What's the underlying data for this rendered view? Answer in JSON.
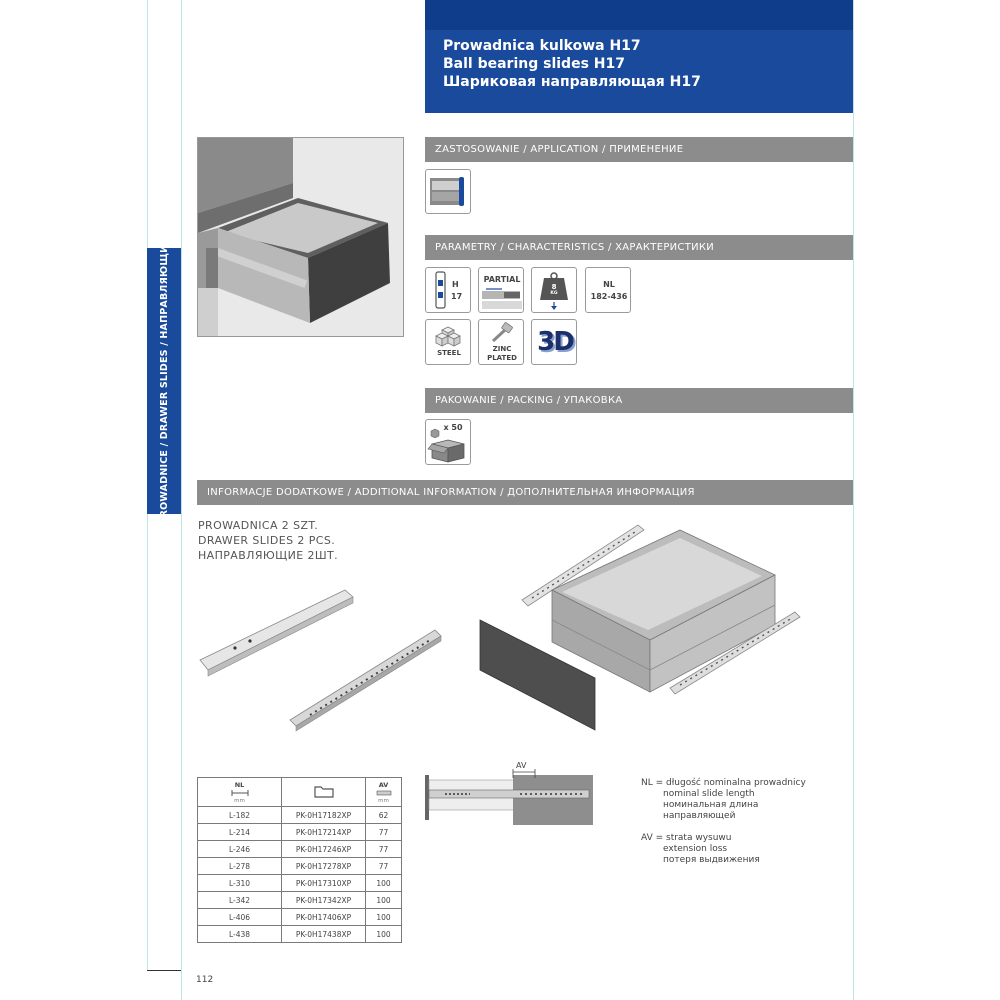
{
  "header": {
    "title_pl": "Prowadnica kulkowa H17",
    "title_en": "Ball bearing slides H17",
    "title_ru": "Шариковая направляющая H17"
  },
  "side_tab": "PROWADNICE / DRAWER SLIDES / НАПРАВЛЯЮЩИЕ",
  "sections": {
    "application": "ZASTOSOWANIE / APPLICATION / ПРИМЕНЕНИЕ",
    "characteristics": "PARAMETRY / CHARACTERISTICS / ХАРАКТЕРИСТИКИ",
    "packing": "PAKOWANIE / PACKING / УПАКОВКА",
    "additional": "INFORMACJE DODATKOWE / ADDITIONAL INFORMATION / ДОПОЛНИТЕЛЬНАЯ ИНФОРМАЦИЯ"
  },
  "characteristics_icons": {
    "height_letter": "H",
    "height_value": "17",
    "extension": "PARTIAL",
    "load_value": "8",
    "load_unit": "KG",
    "nl_label": "NL",
    "nl_range": "182-436",
    "material": "STEEL",
    "finish_line1": "ZINC",
    "finish_line2": "PLATED",
    "model_3d": "3D"
  },
  "packing": {
    "quantity": "x 50"
  },
  "intro": {
    "line_pl": "PROWADNICA 2 SZT.",
    "line_en": "DRAWER SLIDES 2 PCS.",
    "line_ru": "НАПРАВЛЯЮЩИЕ 2ШТ."
  },
  "table": {
    "col_nl_label": "NL",
    "col_nl_unit": "mm",
    "col_av_label": "AV",
    "col_av_unit": "mm",
    "rows": [
      {
        "nl": "L-182",
        "code": "PK-0H17182XP",
        "av": "62"
      },
      {
        "nl": "L-214",
        "code": "PK-0H17214XP",
        "av": "77"
      },
      {
        "nl": "L-246",
        "code": "PK-0H17246XP",
        "av": "77"
      },
      {
        "nl": "L-278",
        "code": "PK-0H17278XP",
        "av": "77"
      },
      {
        "nl": "L-310",
        "code": "PK-0H17310XP",
        "av": "100"
      },
      {
        "nl": "L-342",
        "code": "PK-0H17342XP",
        "av": "100"
      },
      {
        "nl": "L-406",
        "code": "PK-0H17406XP",
        "av": "100"
      },
      {
        "nl": "L-438",
        "code": "PK-0H17438XP",
        "av": "100"
      }
    ]
  },
  "diagram": {
    "av_label": "AV"
  },
  "legend": {
    "nl_line1": "NL = długość nominalna prowadnicy",
    "nl_line2": "nominal slide length",
    "nl_line3": "номинальная длина",
    "nl_line4": "направляющей",
    "av_line1": "AV = strata wysuwu",
    "av_line2": "extension loss",
    "av_line3": "потеря выдвижения"
  },
  "page_number": "112",
  "colors": {
    "brand_blue": "#1a4a9c",
    "section_grey": "#8c8c8c",
    "guide_cyan": "#bfe4e6"
  }
}
